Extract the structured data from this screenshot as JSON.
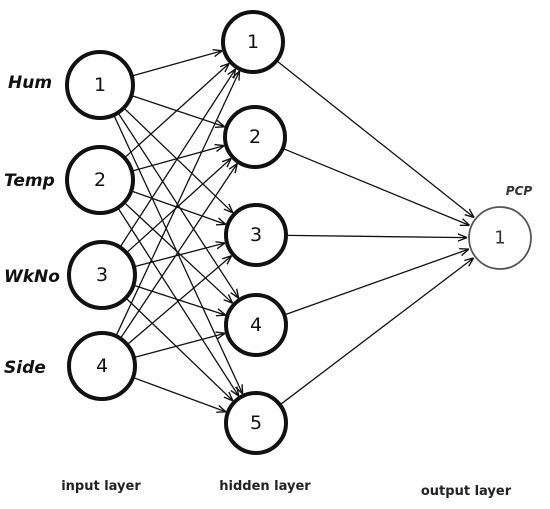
{
  "input_nodes": [
    {
      "num": "1",
      "feature": "Hum"
    },
    {
      "num": "2",
      "feature": "Temp"
    },
    {
      "num": "3",
      "feature": "WkNo"
    },
    {
      "num": "4",
      "feature": "Side"
    }
  ],
  "hidden_nodes": [
    {
      "num": "1"
    },
    {
      "num": "2"
    },
    {
      "num": "3"
    },
    {
      "num": "4"
    },
    {
      "num": "5"
    }
  ],
  "output_node": {
    "num": "1",
    "name": "PCP"
  },
  "layer_labels": {
    "input": "input layer",
    "hidden": "hidden layer",
    "output": "output layer"
  }
}
